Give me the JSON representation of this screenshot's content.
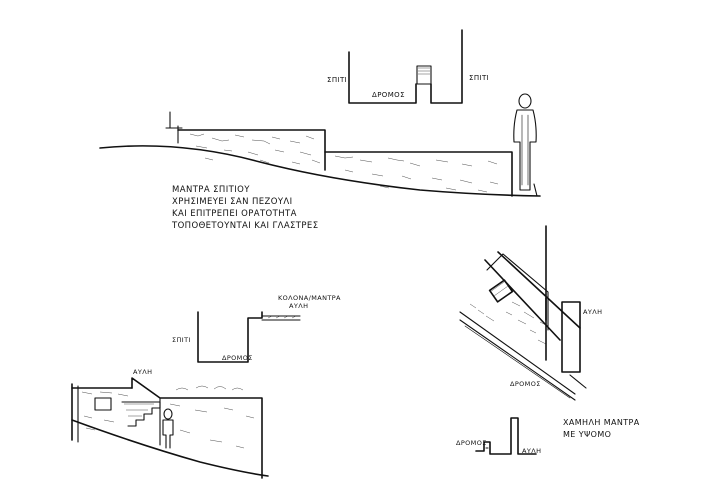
{
  "labels": {
    "plan_top_left": "ΣΠΙΤΙ",
    "plan_top_right": "ΣΠΙΤΙ",
    "plan_top_bottom": "ΔΡΟΜΟΣ",
    "note_line1": "ΜΑΝΤΡΑ ΣΠΙΤΙΟΥ",
    "note_line2": "ΧΡΗΣΙΜΕΥΕΙ ΣΑΝ ΠΕΖΟΥΛΙ",
    "note_line3": "ΚΑΙ ΕΠΙΤΡΕΠΕΙ ΟΡΑΤΟΤΗΤΑ",
    "note_line4": "ΤΟΠΟΘΕΤΟΥΝΤΑΙ ΚΑΙ ΓΛΑΣΤΡΕΣ",
    "plan_mid_top": "ΚΟΛΟΝΑ/ΜΑΝΤΡΑ",
    "plan_mid_top2": "ΑΥΛΗ",
    "plan_mid_left": "ΣΠΙΤΙ",
    "plan_mid_bottom": "ΔΡΟΜΟΣ",
    "section_bottom_aula": "ΑΥΛΗ",
    "persp_aula": "ΑΥΛΗ",
    "persp_road": "ΔΡΟΜΟΣ",
    "low_wall_line1": "ΧΑΜΗΛΗ ΜΑΝΤΡΑ",
    "low_wall_line2": "ΜΕ ΥΨΟΜΟ",
    "low_wall_road": "ΔΡΟΜΟΣ",
    "low_wall_aula": "ΑΥΛΗ"
  }
}
